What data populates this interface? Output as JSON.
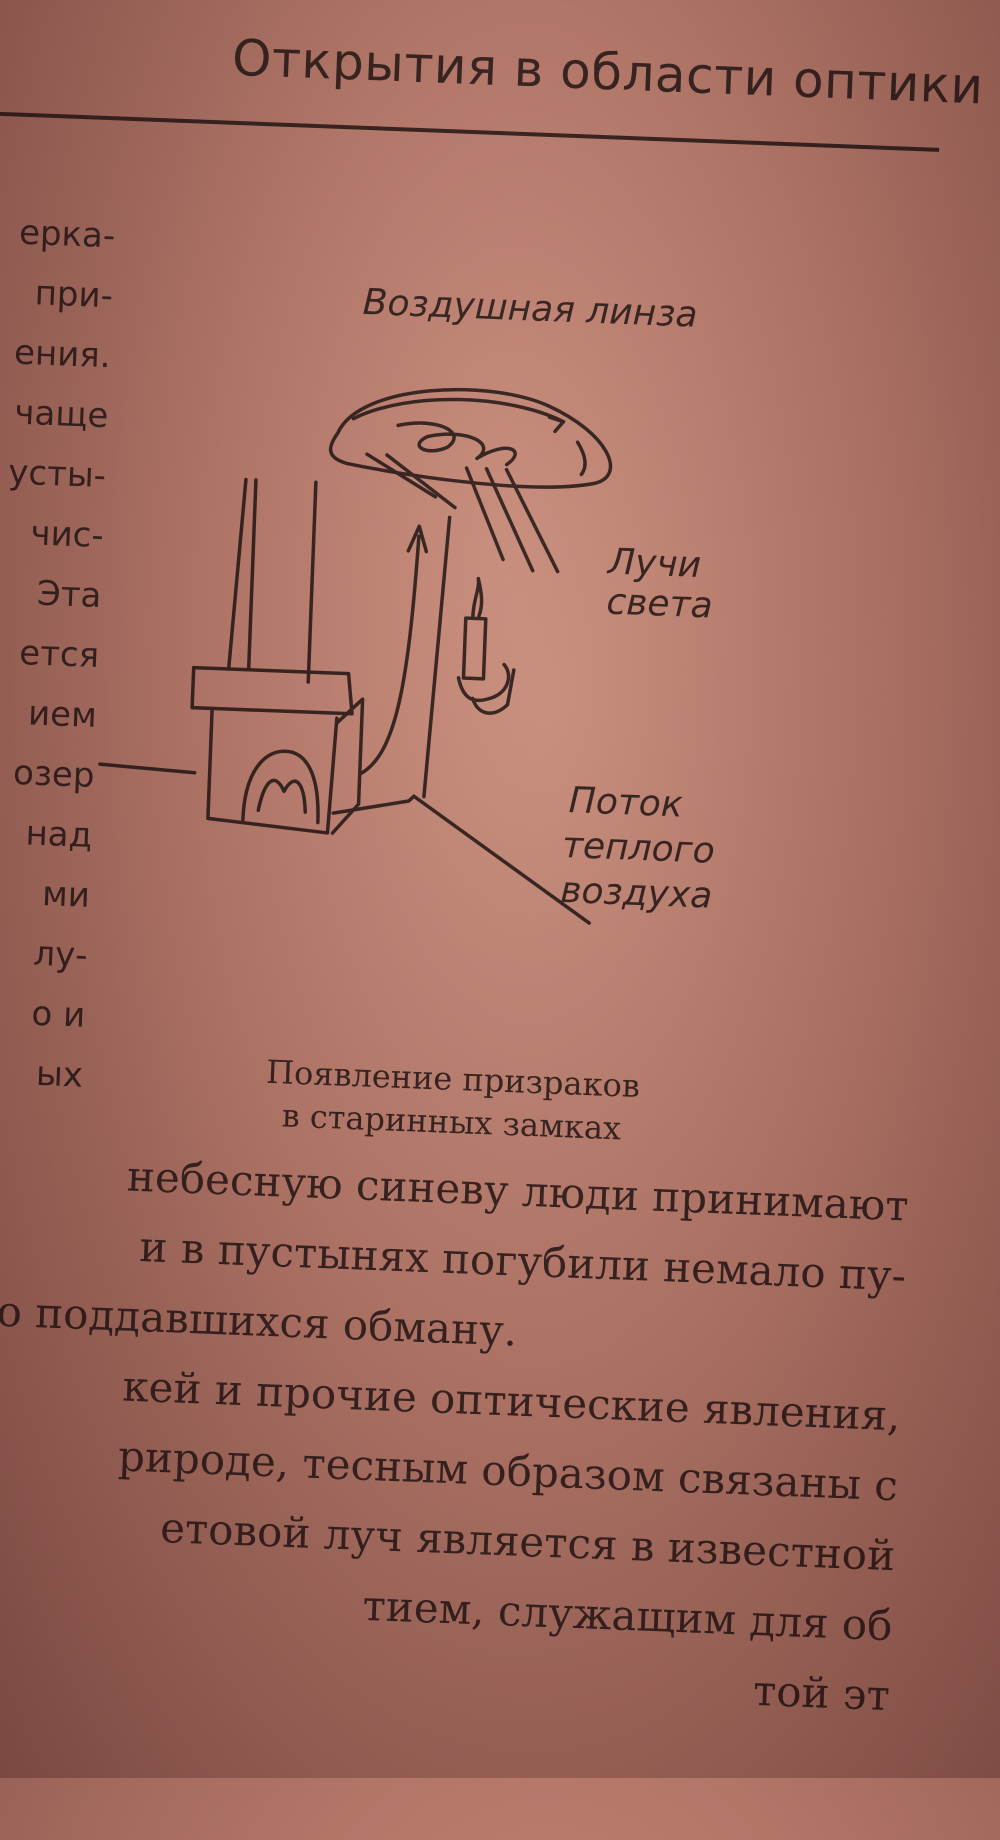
{
  "header": {
    "title": "Открытия в области оптики"
  },
  "left_column": [
    "ерка-",
    "при-",
    "ения.",
    "чаще",
    "усты-",
    "чис-",
    "Эта",
    "ется",
    "ием",
    "озер",
    "над",
    "ми",
    "лу-",
    "о и",
    "ых"
  ],
  "figure": {
    "labels": {
      "air_lens": "Воздушная линза",
      "rays": [
        "Лучи",
        "света"
      ],
      "warm_air": [
        "Поток",
        "теплого",
        "воздуха"
      ]
    },
    "caption": [
      "Появление призраков",
      "в старинных замках"
    ]
  },
  "body_lines": [
    "небесную синеву люди принимают",
    "и в пустынях погубили немало пу-",
    "зо поддавшихся обману.",
    "кей и прочие оптические явления,",
    "рироде, тесным образом связаны с",
    "етовой луч является в известной",
    "тием, служащим для об",
    "той эт"
  ]
}
